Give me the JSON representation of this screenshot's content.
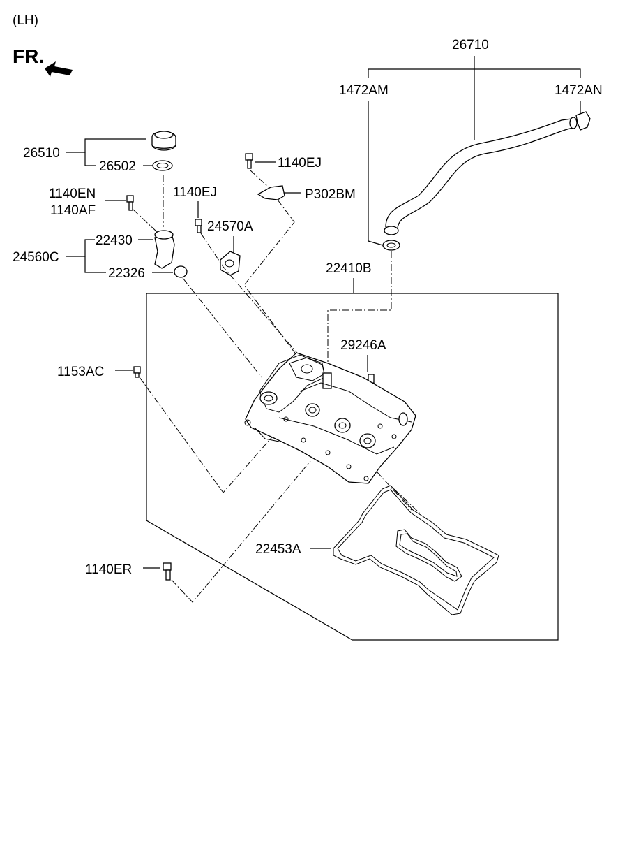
{
  "header": {
    "side": "(LH)",
    "front": "FR."
  },
  "parts": {
    "p26710": "26710",
    "p1472AM": "1472AM",
    "p1472AN": "1472AN",
    "p26510": "26510",
    "p26502": "26502",
    "p1140EJ_a": "1140EJ",
    "pP302BM": "P302BM",
    "p1140EN": "1140EN",
    "p1140AF": "1140AF",
    "p1140EJ_b": "1140EJ",
    "p24570A": "24570A",
    "p22430": "22430",
    "p24560C": "24560C",
    "p22326": "22326",
    "p22410B": "22410B",
    "p29246A": "29246A",
    "p1153AC": "1153AC",
    "p22453A": "22453A",
    "p1140ER": "1140ER"
  }
}
